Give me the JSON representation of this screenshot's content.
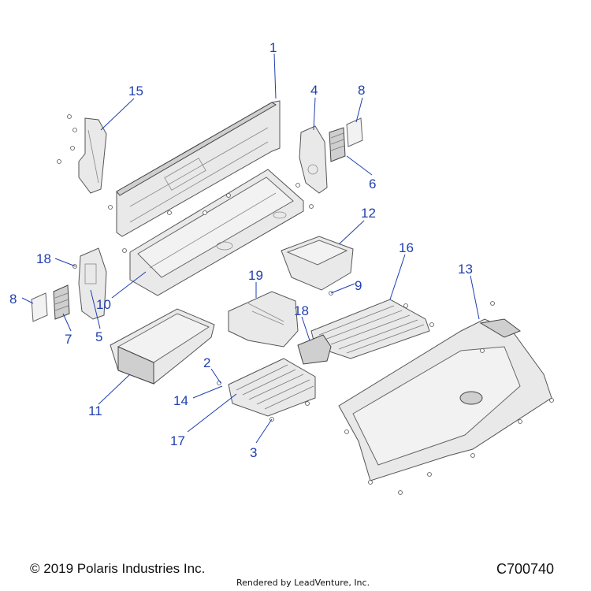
{
  "callouts": {
    "c1": "1",
    "c2": "2",
    "c3": "3",
    "c4": "4",
    "c5": "5",
    "c6": "6",
    "c7": "7",
    "c8a": "8",
    "c8b": "8",
    "c9": "9",
    "c10": "10",
    "c11": "11",
    "c12": "12",
    "c13": "13",
    "c14": "14",
    "c15": "15",
    "c16": "16",
    "c17": "17",
    "c18a": "18",
    "c18b": "18",
    "c19": "19"
  },
  "footer": {
    "copyright": "© 2019 Polaris Industries Inc.",
    "rendered_by": "Rendered by LeadVenture, Inc.",
    "diagram_code": "C700740"
  },
  "colors": {
    "callout": "#1f3fb0",
    "part_fill": "#e9e9e9",
    "outline": "#555555"
  }
}
